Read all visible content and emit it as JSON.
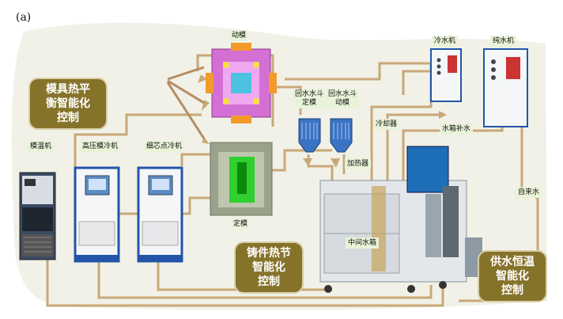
{
  "panel_label": "(a)",
  "labels": {
    "mold_temp_machine": "模温机",
    "hp_mold_cooler": "高压模冷机",
    "core_spot_cooler": "细芯点冷机",
    "moving_mold": "动模",
    "fixed_mold": "定模",
    "return_hopper_fixed": "回水水斗\n定模",
    "return_hopper_moving": "回水水斗\n动模",
    "chiller": "冷水机",
    "pure_water_machine": "纯水机",
    "cooler": "冷却器",
    "tank_makeup": "水箱补水",
    "heater": "加热器",
    "tap_water": "自来水",
    "middle_tank": "中间水箱"
  },
  "callouts": {
    "mold_balance": "模具热平\n衡智能化\n控制",
    "casting_hotspot": "铸件热节\n智能化\n控制",
    "water_temp": "供水恒温\n智能化\n控制"
  },
  "colors": {
    "pipe": "#c9a877",
    "callout_fill": "#86732a",
    "label_bg": "#e9f3d8",
    "machine_blue": "#2255aa"
  }
}
